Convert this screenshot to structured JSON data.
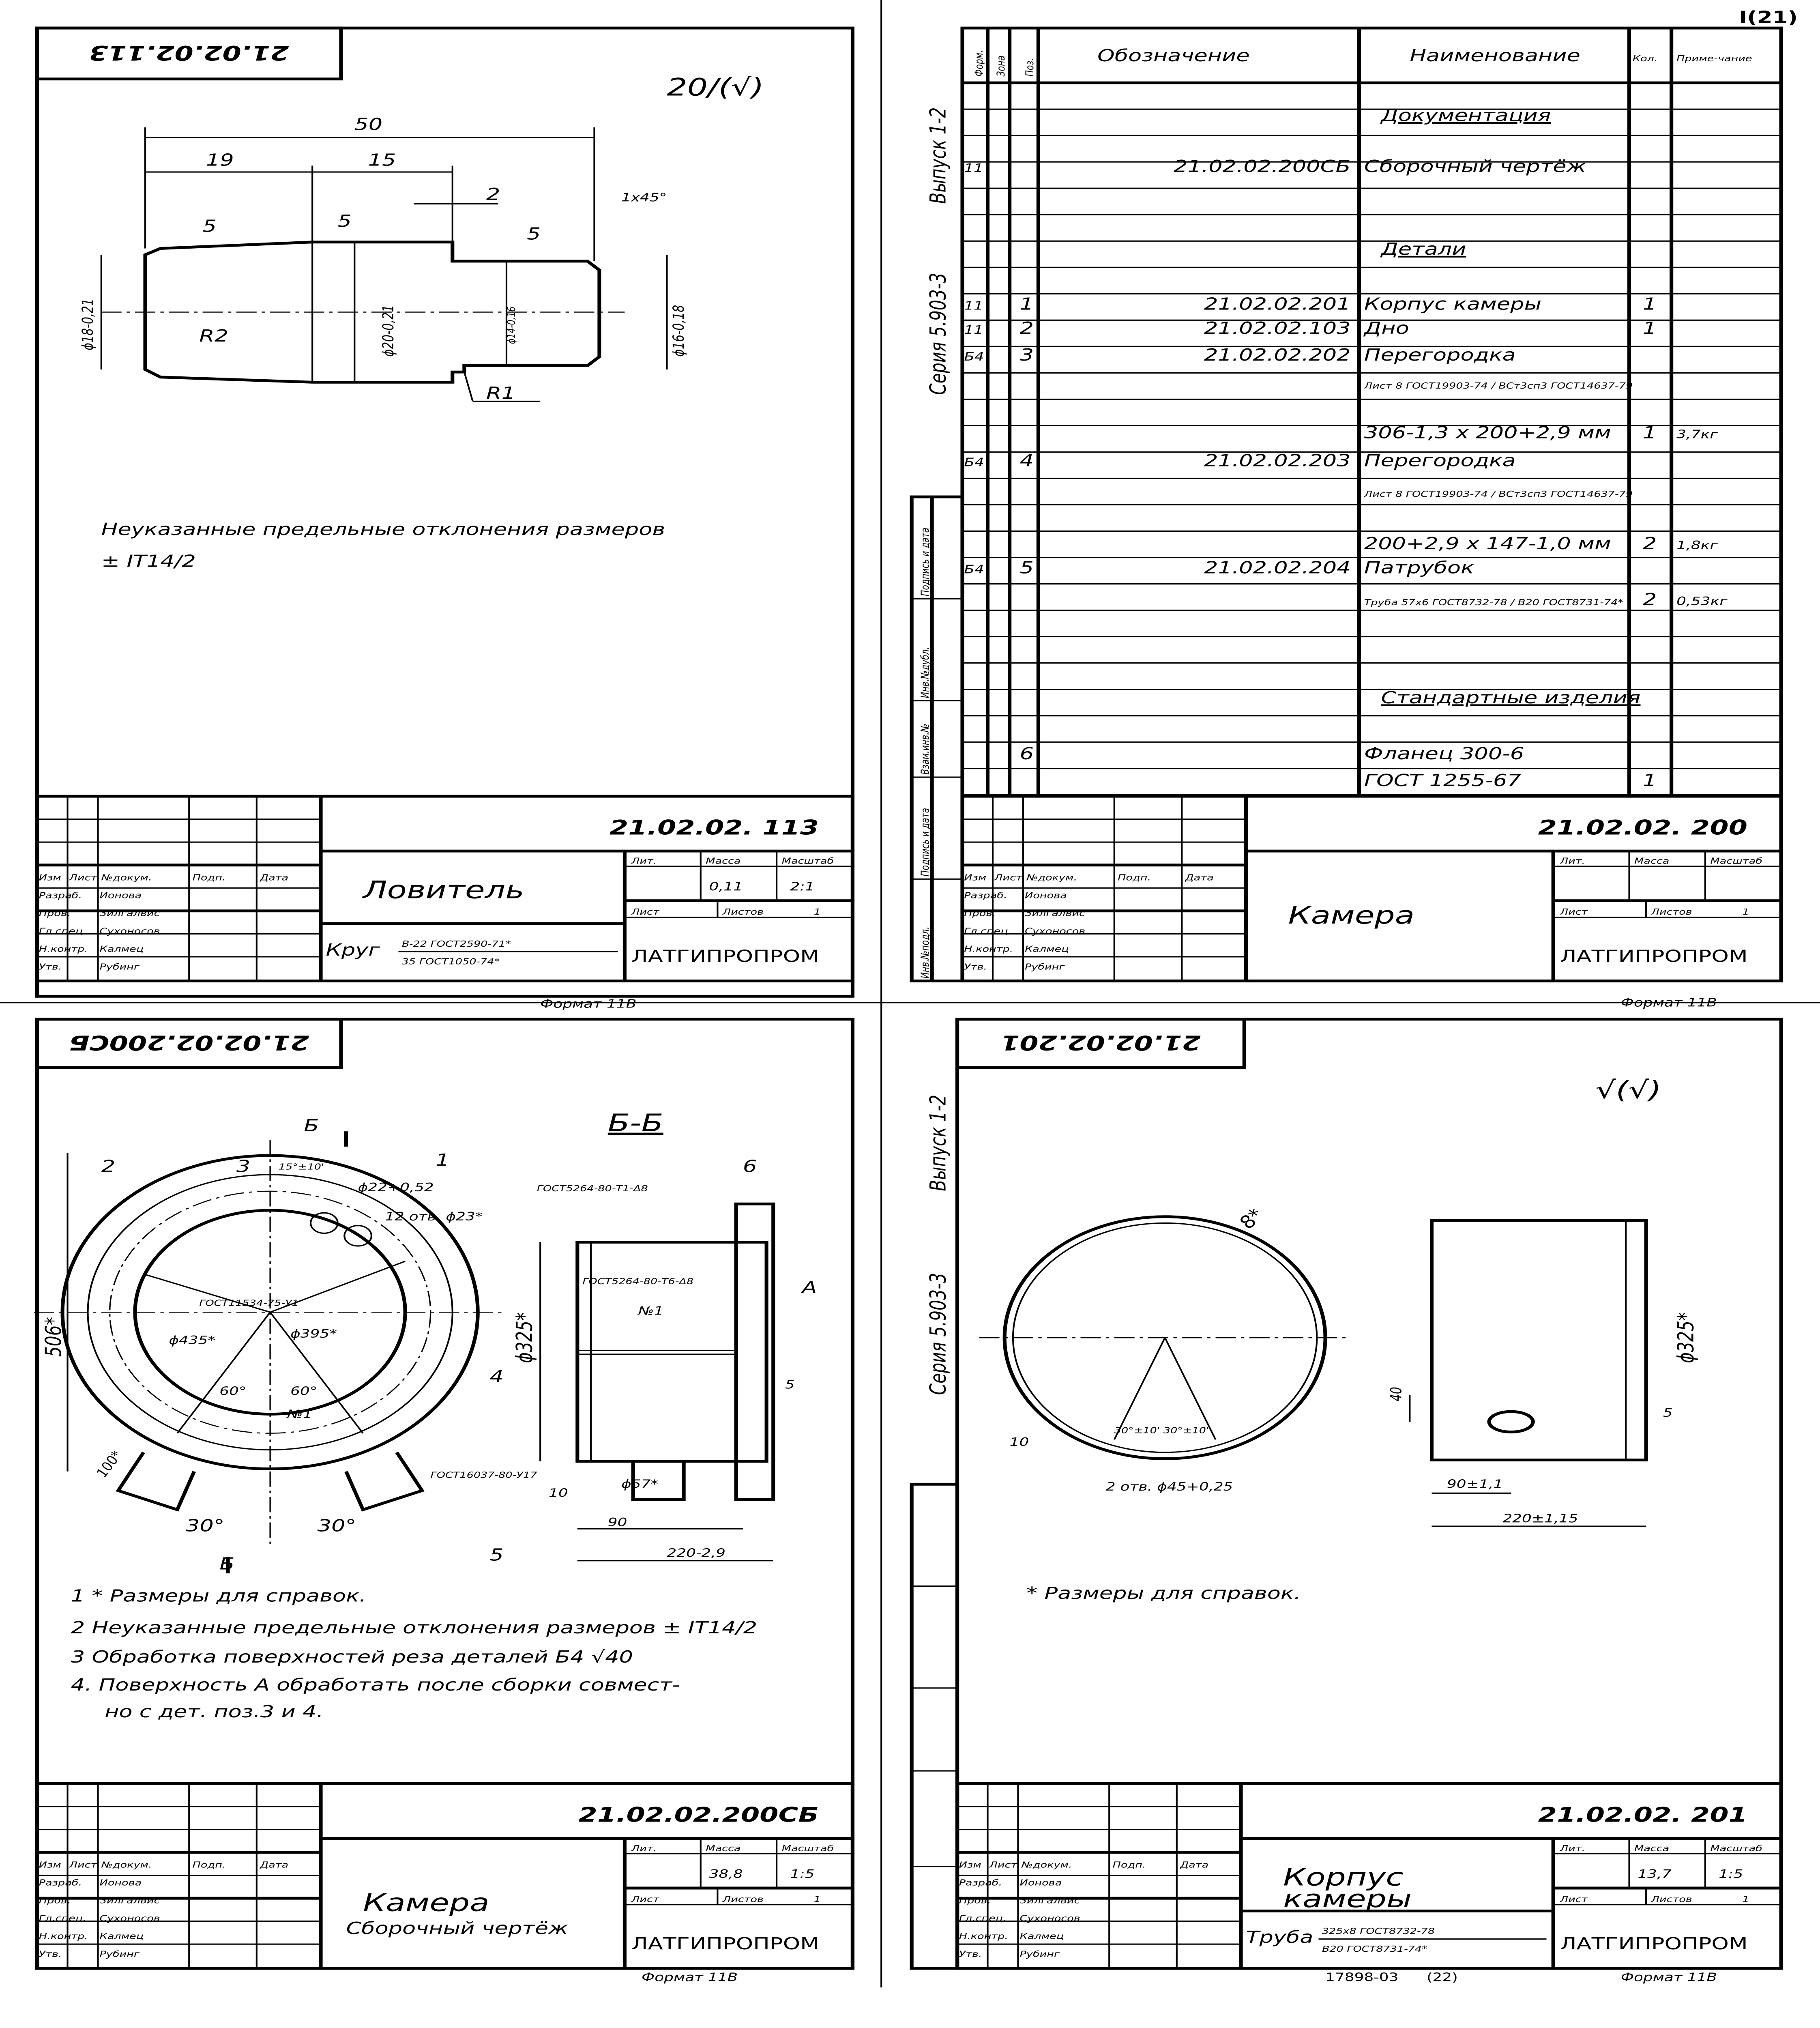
{
  "page_number": "I(21)",
  "bottom_code": "17898-03",
  "bottom_page": "(22)",
  "series_label": "Серия 5.903-3",
  "issue_label": "Выпуск 1-2",
  "side_stamp": [
    "Инв.№подл.",
    "Подпись и дата",
    "Взам.инв.№",
    "Инв.№дубл.",
    "Подпись и дата"
  ],
  "stamp_headers": {
    "izm": "Изм",
    "list": "Лист",
    "doc": "№докум.",
    "sign": "Подп.",
    "date": "Дата",
    "lit": "Лит.",
    "mass": "Масса",
    "scale": "Масштаб",
    "sheet": "Лист",
    "sheets": "Листов",
    "org": "ЛАТГИПРОПРОМ",
    "format": "Формат 11В"
  },
  "roles": [
    {
      "role": "Разраб.",
      "name": "Ионова"
    },
    {
      "role": "Пров.",
      "name": "Зилгалвис"
    },
    {
      "role": "Гл.спец.",
      "name": "Сухоносов"
    },
    {
      "role": "Н.контр.",
      "name": "Калмец"
    },
    {
      "role": "Утв.",
      "name": "Рубинг"
    }
  ],
  "sheet1": {
    "code_rotated": "21.02.02.113",
    "roughness": "20/(√)",
    "dims": {
      "total": "50",
      "d19": "19",
      "d15": "15",
      "d2": "2",
      "chamfer": "1x45°",
      "r5a": "5",
      "r5b": "5",
      "r5c": "5",
      "dia18": "ϕ18-0,21",
      "dia20": "ϕ20-0,21",
      "dia14": "ϕ14-0,16",
      "dia16": "ϕ16-0,18",
      "r2": "R2",
      "r1": "R1"
    },
    "note": "Неуказанные предельные отклонения размеров",
    "note_tol": "± IT14/2",
    "stamp": {
      "code": "21.02.02. 113",
      "name": "Ловитель",
      "name2": "",
      "mass": "0,11",
      "scale": "2:1",
      "sheets": "1",
      "material_label": "Круг",
      "material_top": "B-22 ГОСТ2590-71*",
      "material_bottom": "35 ГОСТ1050-74*"
    }
  },
  "sheet2": {
    "headers": {
      "format": "Форм.",
      "zone": "Зона",
      "pos": "Поз.",
      "designation": "Обозначение",
      "name": "Наименование",
      "qty": "Кол.",
      "note": "Приме-чание"
    },
    "rows": [
      {
        "format": "",
        "pos": "",
        "designation": "",
        "name": "Документация",
        "qty": "",
        "note": ""
      },
      {
        "format": "11",
        "pos": "",
        "designation": "21.02.02.200СБ",
        "name": "Сборочный чертёж",
        "qty": "",
        "note": ""
      },
      {
        "format": "",
        "pos": "",
        "designation": "",
        "name": "Детали",
        "qty": "",
        "note": ""
      },
      {
        "format": "11",
        "pos": "1",
        "designation": "21.02.02.201",
        "name": "Корпус камеры",
        "qty": "1",
        "note": ""
      },
      {
        "format": "11",
        "pos": "2",
        "designation": "21.02.02.103",
        "name": "Дно",
        "qty": "1",
        "note": ""
      },
      {
        "format": "Б4",
        "pos": "3",
        "designation": "21.02.02.202",
        "name": "Перегородка",
        "qty": "",
        "note": ""
      },
      {
        "format": "",
        "pos": "",
        "designation": "",
        "name": "Лист 8 ГОСТ19903-74 / ВСт3сп3 ГОСТ14637-79",
        "qty": "",
        "note": ""
      },
      {
        "format": "",
        "pos": "",
        "designation": "",
        "name": "306-1,3 x 200+2,9 мм",
        "qty": "1",
        "note": "3,7кг"
      },
      {
        "format": "Б4",
        "pos": "4",
        "designation": "21.02.02.203",
        "name": "Перегородка",
        "qty": "",
        "note": ""
      },
      {
        "format": "",
        "pos": "",
        "designation": "",
        "name": "Лист 8 ГОСТ19903-74 / ВСт3сп3 ГОСТ14637-79",
        "qty": "",
        "note": ""
      },
      {
        "format": "",
        "pos": "",
        "designation": "",
        "name": "200+2,9 x 147-1,0 мм",
        "qty": "2",
        "note": "1,8кг"
      },
      {
        "format": "Б4",
        "pos": "5",
        "designation": "21.02.02.204",
        "name": "Патрубок",
        "qty": "",
        "note": ""
      },
      {
        "format": "",
        "pos": "",
        "designation": "",
        "name": "Труба 57x6 ГОСТ8732-78 / В20 ГОСТ8731-74*",
        "qty": "2",
        "note": "0,53кг"
      },
      {
        "format": "",
        "pos": "",
        "designation": "",
        "name": "Стандартные изделия",
        "qty": "",
        "note": ""
      },
      {
        "format": "",
        "pos": "6",
        "designation": "",
        "name": "Фланец 300-6",
        "qty": "",
        "note": ""
      },
      {
        "format": "",
        "pos": "",
        "designation": "",
        "name": "ГОСТ 1255-67",
        "qty": "1",
        "note": ""
      }
    ],
    "stamp": {
      "code": "21.02.02. 200",
      "name": "Камера",
      "sheets": "1"
    }
  },
  "sheet3": {
    "code_rotated": "21.02.02.200СБ",
    "section": "Б-Б",
    "section_mark": "Б",
    "labels": {
      "p1": "1",
      "p2": "2",
      "p3": "3",
      "p4": "4",
      "p5": "5",
      "p6": "6",
      "angle15": "15°±10'",
      "dia22": "ϕ22+0,52",
      "holes": "12 отв. ϕ23*",
      "gost5264a": "ГОСТ5264-80-Т1-Δ8",
      "gost5264b": "ГОСТ5264-80-Т6-Δ8",
      "gost11534": "ГОСТ11534-75-У1",
      "dia435": "ϕ435*",
      "dia395": "ϕ395*",
      "dia325": "ϕ325*",
      "d506": "506*",
      "a60a": "60°",
      "a60b": "60°",
      "n1a": "№1",
      "n1b": "№1",
      "d100": "100*",
      "a30a": "30°",
      "a30b": "30°",
      "gost16037": "ГОСТ16037-80-У17",
      "d10": "10",
      "dia57": "ϕ57*",
      "d90": "90",
      "d220": "220-2,9",
      "A": "A",
      "d5": "5"
    },
    "notes": [
      "1 * Размеры для справок.",
      "2 Неуказанные предельные отклонения размеров ± IT14/2",
      "3 Обработка поверхностей реза деталей Б4 √40",
      "4. Поверхность А обработать после сборки совмест-",
      "но с дет. поз.3 и 4."
    ],
    "stamp": {
      "code": "21.02.02.200СБ",
      "name": "Камера",
      "name2": "Сборочный чертёж",
      "mass": "38,8",
      "scale": "1:5",
      "sheets": "1"
    }
  },
  "sheet4": {
    "code_rotated": "21.02.02.201",
    "roughness": "√(√)",
    "labels": {
      "d8": "8*",
      "angles": "30°±10' 30°±10'",
      "d10": "10",
      "holes": "2 отв. ϕ45+0,25",
      "dia325": "ϕ325*",
      "d40": "40",
      "d5": "5",
      "d90": "90±1,1",
      "d220": "220±1,15"
    },
    "note": "* Размеры для справок.",
    "stamp": {
      "code": "21.02.02. 201",
      "name": "Корпус",
      "name2": "камеры",
      "mass": "13,7",
      "scale": "1:5",
      "sheets": "1",
      "material_label": "Труба",
      "material_top": "325x8 ГОСТ8732-78",
      "material_bottom": "В20 ГОСТ8731-74*"
    }
  }
}
